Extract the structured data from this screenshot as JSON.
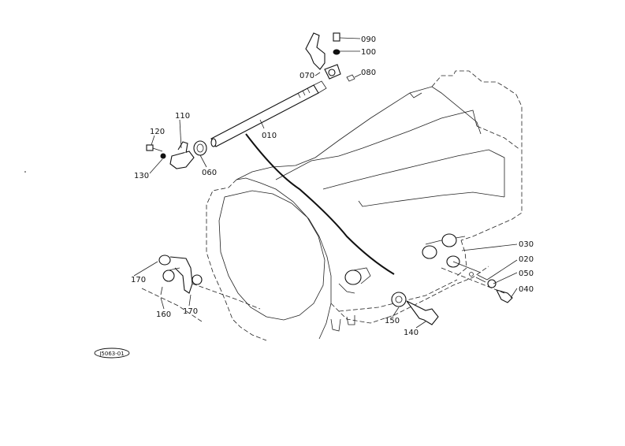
{
  "diagram": {
    "callouts": {
      "p010": "010",
      "p020": "020",
      "p030": "030",
      "p040": "040",
      "p050": "050",
      "p060": "060",
      "p070": "070",
      "p080": "080",
      "p090": "090",
      "p100": "100",
      "p110": "110",
      "p120": "120",
      "p130": "130",
      "p140": "140",
      "p150": "150",
      "p160": "160",
      "p170a": "170",
      "p170b": "170"
    },
    "drawing_code": "J5063-01"
  }
}
